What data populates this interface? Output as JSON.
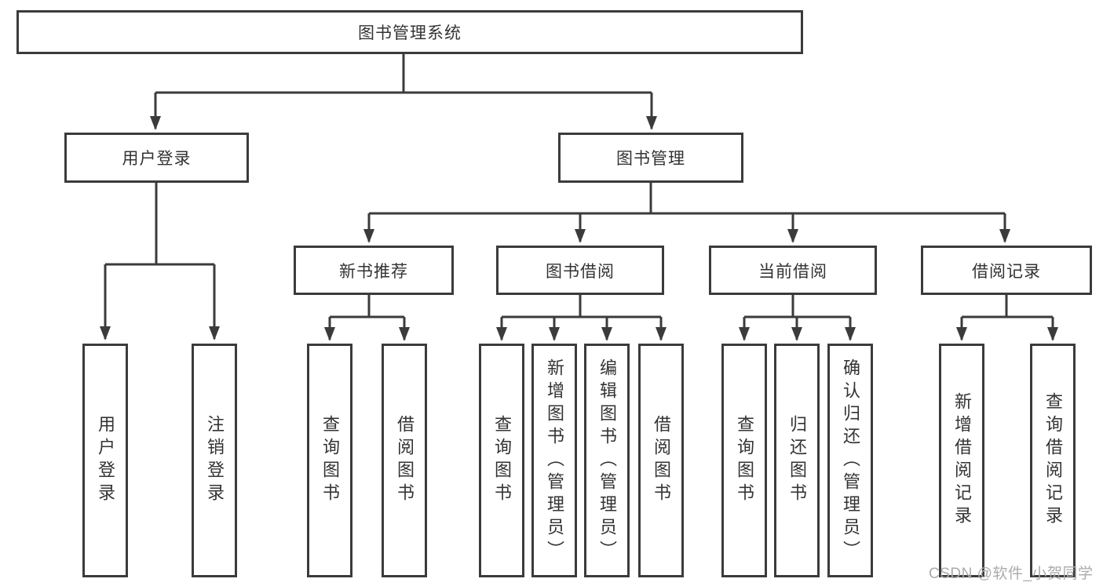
{
  "diagram": {
    "root": {
      "label": "图书管理系统"
    },
    "level2": [
      {
        "label": "用户登录"
      },
      {
        "label": "图书管理"
      }
    ],
    "level3": [
      {
        "label": "新书推荐"
      },
      {
        "label": "图书借阅"
      },
      {
        "label": "当前借阅"
      },
      {
        "label": "借阅记录"
      }
    ],
    "leaves": {
      "user_login": [
        "用户登录",
        "注销登录"
      ],
      "new_book_recommend": [
        "查询图书",
        "借阅图书"
      ],
      "book_borrow": [
        "查询图书",
        "新增图书（管理员）",
        "编辑图书（管理员）",
        "借阅图书"
      ],
      "current_borrow": [
        "查询图书",
        "归还图书",
        "确认归还（管理员）"
      ],
      "borrow_record": [
        "新增借阅记录",
        "查询借阅记录"
      ]
    }
  },
  "watermark": {
    "text": "CSDN @软件_小贺同学"
  },
  "colors": {
    "line": "#3b3b3b",
    "text": "#333333",
    "background": "#ffffff",
    "watermark": "#ababab"
  }
}
